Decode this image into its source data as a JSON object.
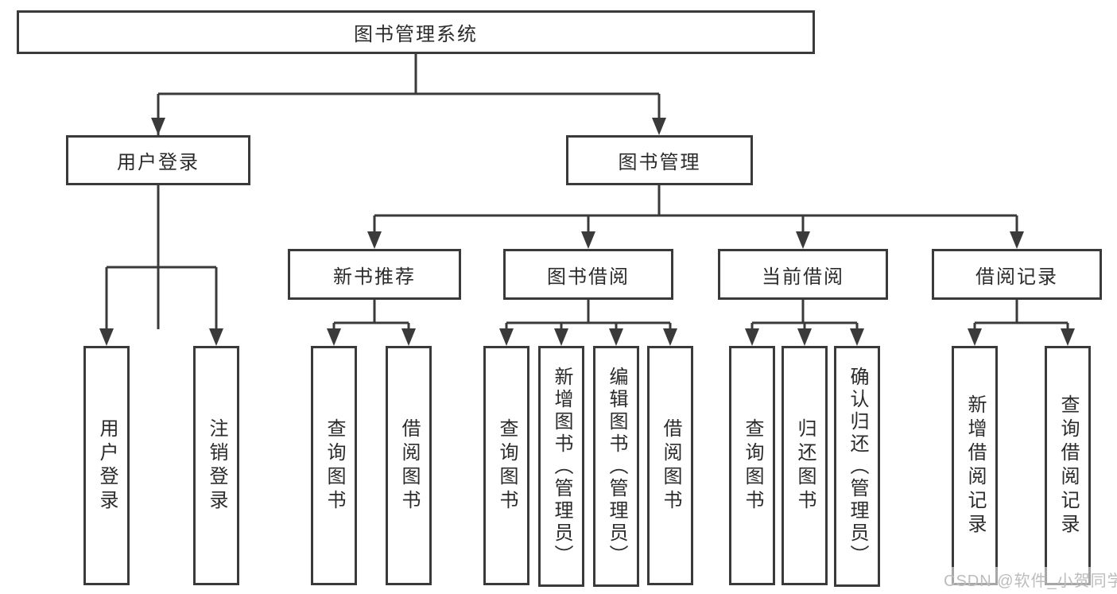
{
  "tree": {
    "root": "图书管理系统",
    "level2": [
      {
        "label": "用户登录",
        "children": [
          {
            "label": "用户登录"
          },
          {
            "label": "注销登录"
          }
        ]
      },
      {
        "label": "图书管理",
        "children": [
          {
            "label": "新书推荐",
            "children": [
              {
                "label": "查询图书"
              },
              {
                "label": "借阅图书"
              }
            ]
          },
          {
            "label": "图书借阅",
            "children": [
              {
                "label": "查询图书"
              },
              {
                "label": "新增图书（管理员）"
              },
              {
                "label": "编辑图书（管理员）"
              },
              {
                "label": "借阅图书"
              }
            ]
          },
          {
            "label": "当前借阅",
            "children": [
              {
                "label": "查询图书"
              },
              {
                "label": "归还图书"
              },
              {
                "label": "确认归还（管理员）"
              }
            ]
          },
          {
            "label": "借阅记录",
            "children": [
              {
                "label": "新增借阅记录"
              },
              {
                "label": "查询借阅记录"
              }
            ]
          }
        ]
      }
    ]
  },
  "watermark": {
    "text": "CSDN @软件_小贺同学"
  },
  "colors": {
    "line": "#3a3a3a",
    "box_border": "#3a3a3a",
    "text": "#2b2b2b",
    "watermark_text": "#bcbcbc",
    "background": "#ffffff"
  }
}
